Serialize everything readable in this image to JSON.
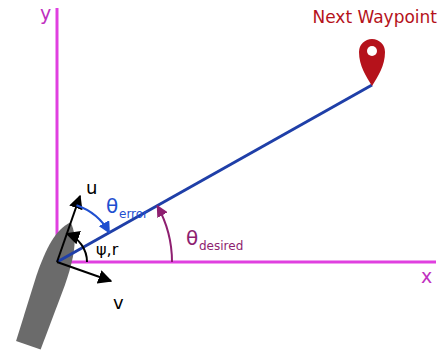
{
  "diagram": {
    "labels": [
      "y",
      "x",
      "Next Waypoint",
      "θ",
      "error",
      "u",
      "ψ,r",
      "θ",
      "desired",
      "v"
    ]
  }
}
